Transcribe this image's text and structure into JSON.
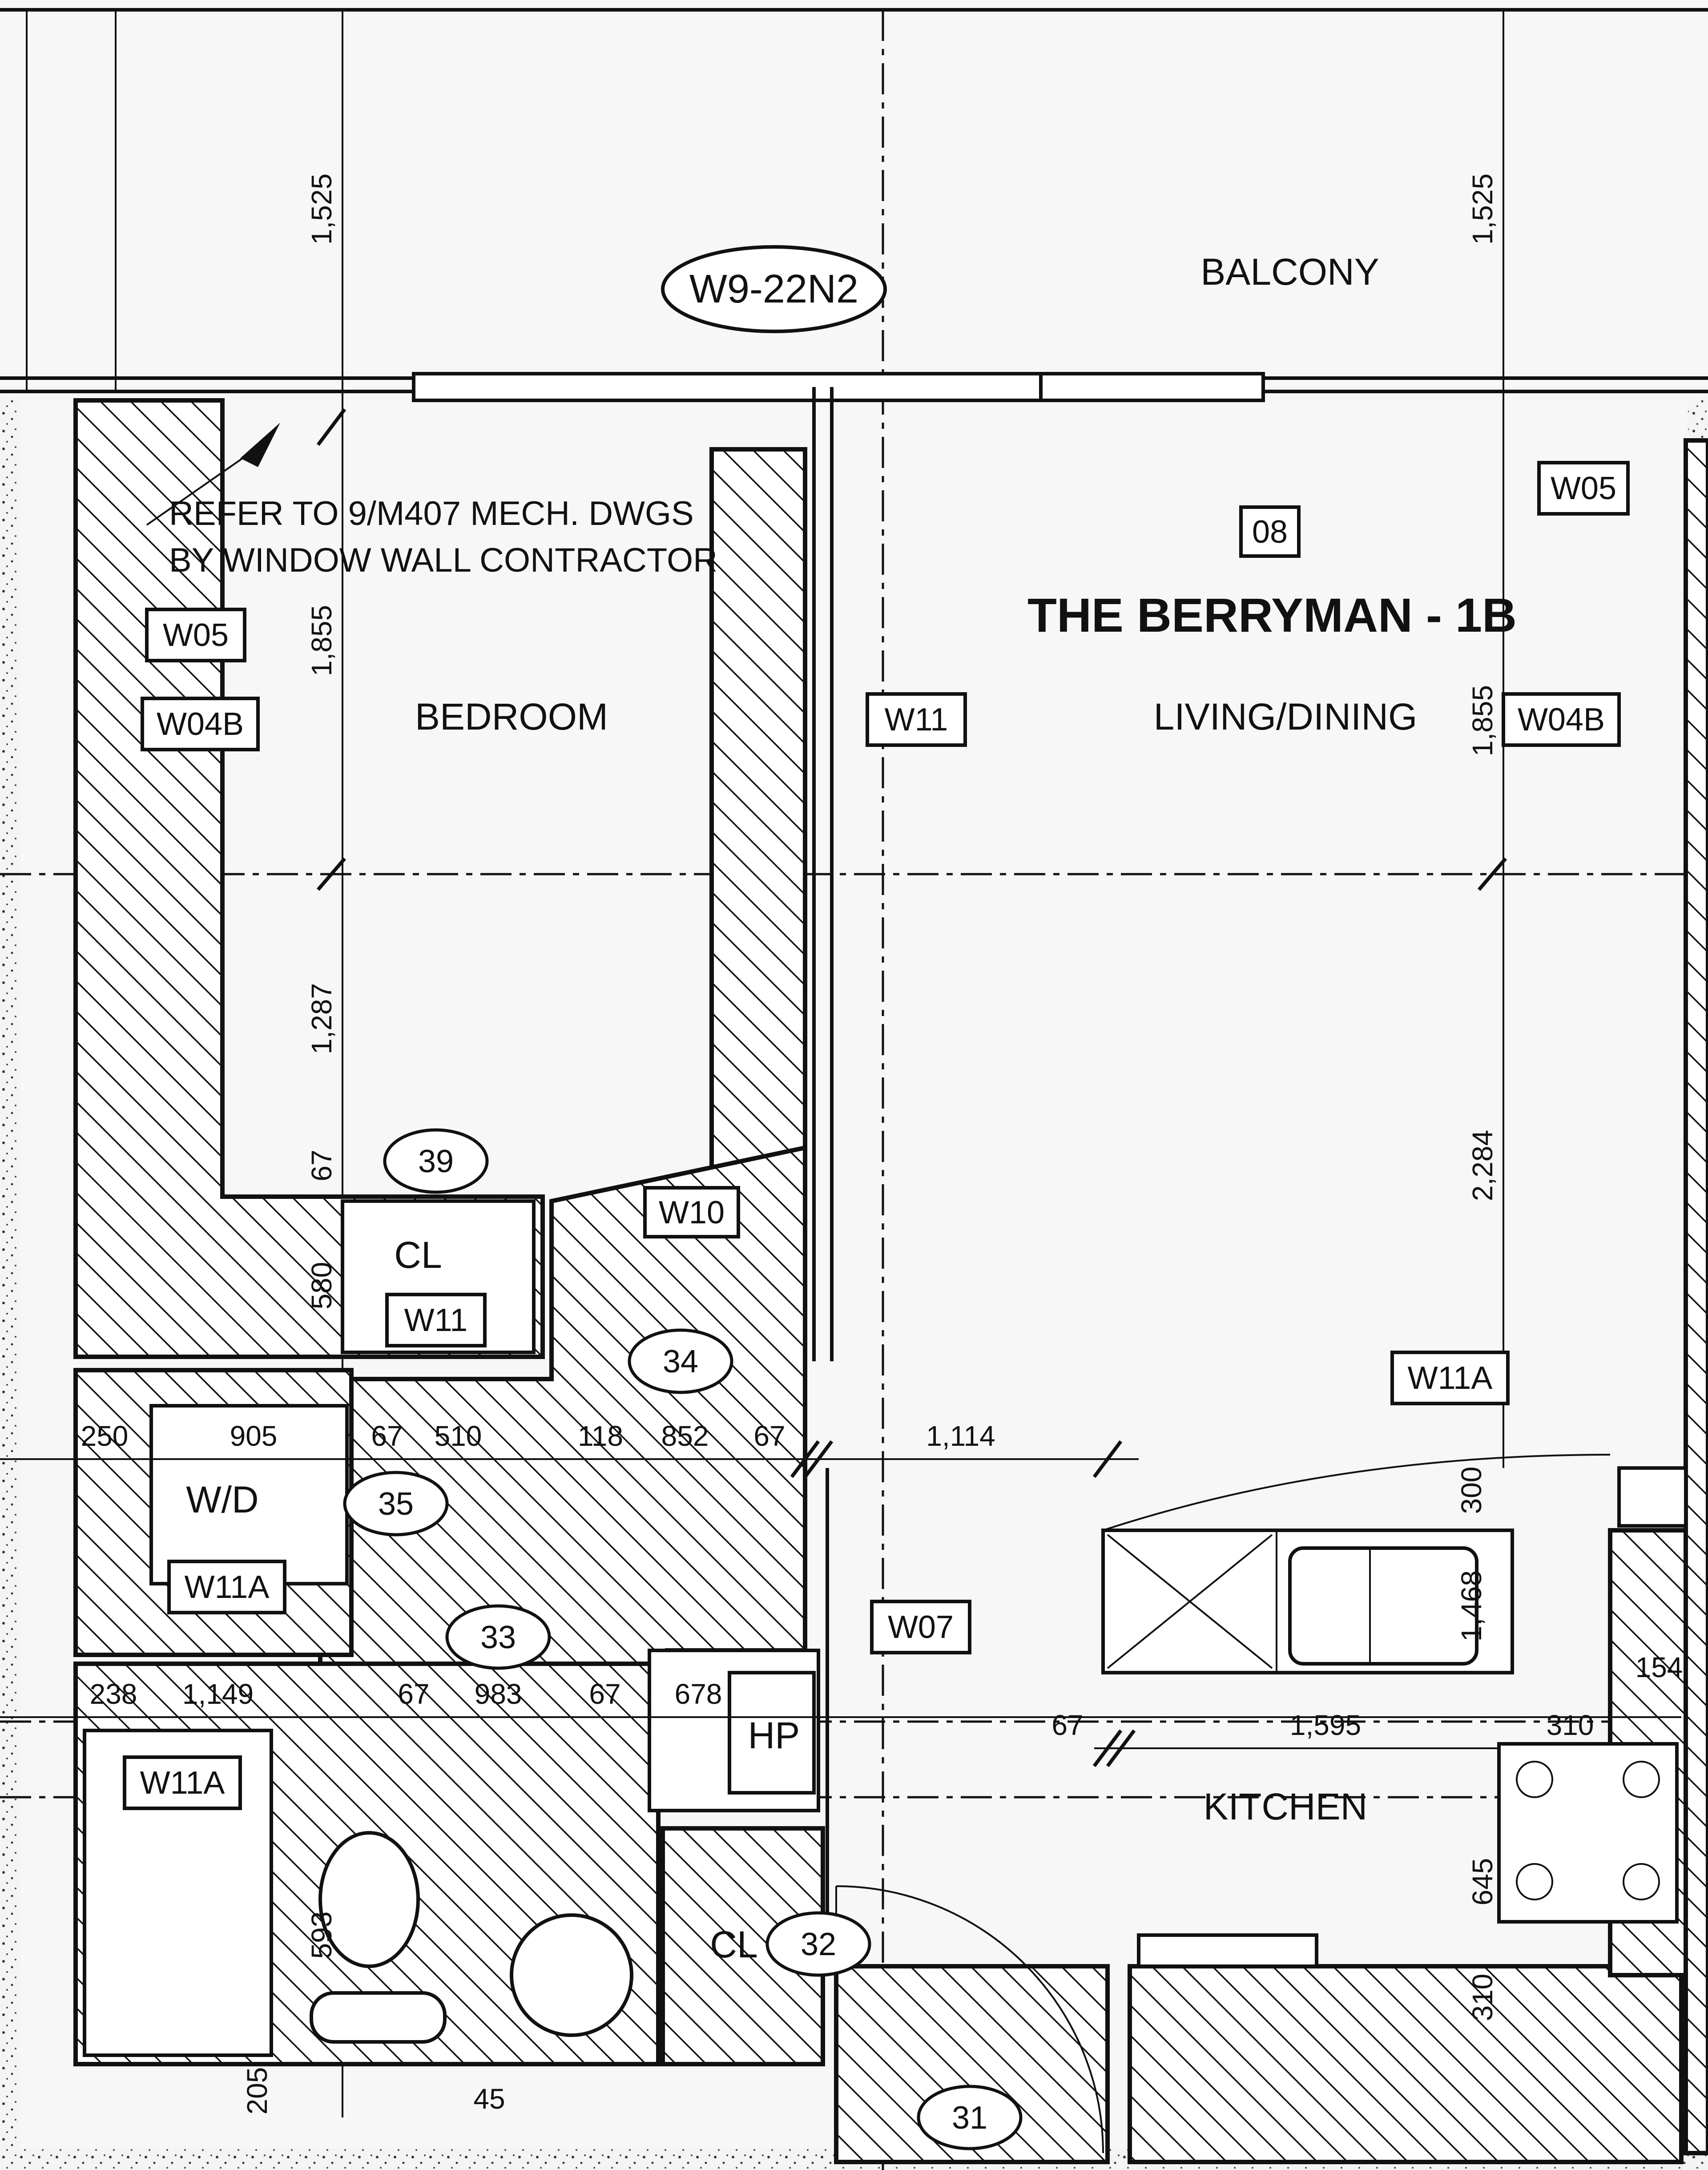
{
  "plan": {
    "title": "THE BERRYMAN - 1B",
    "unit_type": "W9-22N2",
    "unit_code": "08",
    "note_line1": "REFER TO 9/M407 MECH. DWGS",
    "note_line2": "BY WINDOW WALL CONTRACTOR"
  },
  "rooms": {
    "balcony": "BALCONY",
    "bedroom": "BEDROOM",
    "living": "LIVING/DINING",
    "kitchen": "KITCHEN",
    "wd": "W/D",
    "cl_top": "CL",
    "cl_bottom": "CL",
    "hp": "HP"
  },
  "tags": {
    "w05_left": "W05",
    "w05_right": "W05",
    "w04b_left": "W04B",
    "w04b_right": "W04B",
    "w11_center": "W11",
    "w11_closet": "W11",
    "w10": "W10",
    "w11a_right": "W11A",
    "w11a_laundry": "W11A",
    "w11a_bath": "W11A",
    "w07": "W07"
  },
  "doors": {
    "d39": "39",
    "d34": "34",
    "d35": "35",
    "d33": "33",
    "d32": "32",
    "d31": "31"
  },
  "dims": {
    "d1525_left": "1,525",
    "d1525_right": "1,525",
    "d1855_left": "1,855",
    "d1855_right": "1,855",
    "d1287": "1,287",
    "d2284": "2,284",
    "d67_a": "67",
    "d580": "580",
    "d250": "250",
    "d905": "905",
    "d67_b": "67",
    "d510": "510",
    "d118": "118",
    "d852": "852",
    "d67_c": "67",
    "d1114": "1,114",
    "d300": "300",
    "d1468": "1,468",
    "d238": "238",
    "d1149": "1,149",
    "d67_d": "67",
    "d983": "983",
    "d67_e": "67",
    "d678": "678",
    "d67_f": "67",
    "d1595": "1,595",
    "d310_a": "310",
    "d154": "154",
    "d645": "645",
    "d310_b": "310",
    "d205": "205",
    "d45": "45",
    "d593": "593"
  }
}
